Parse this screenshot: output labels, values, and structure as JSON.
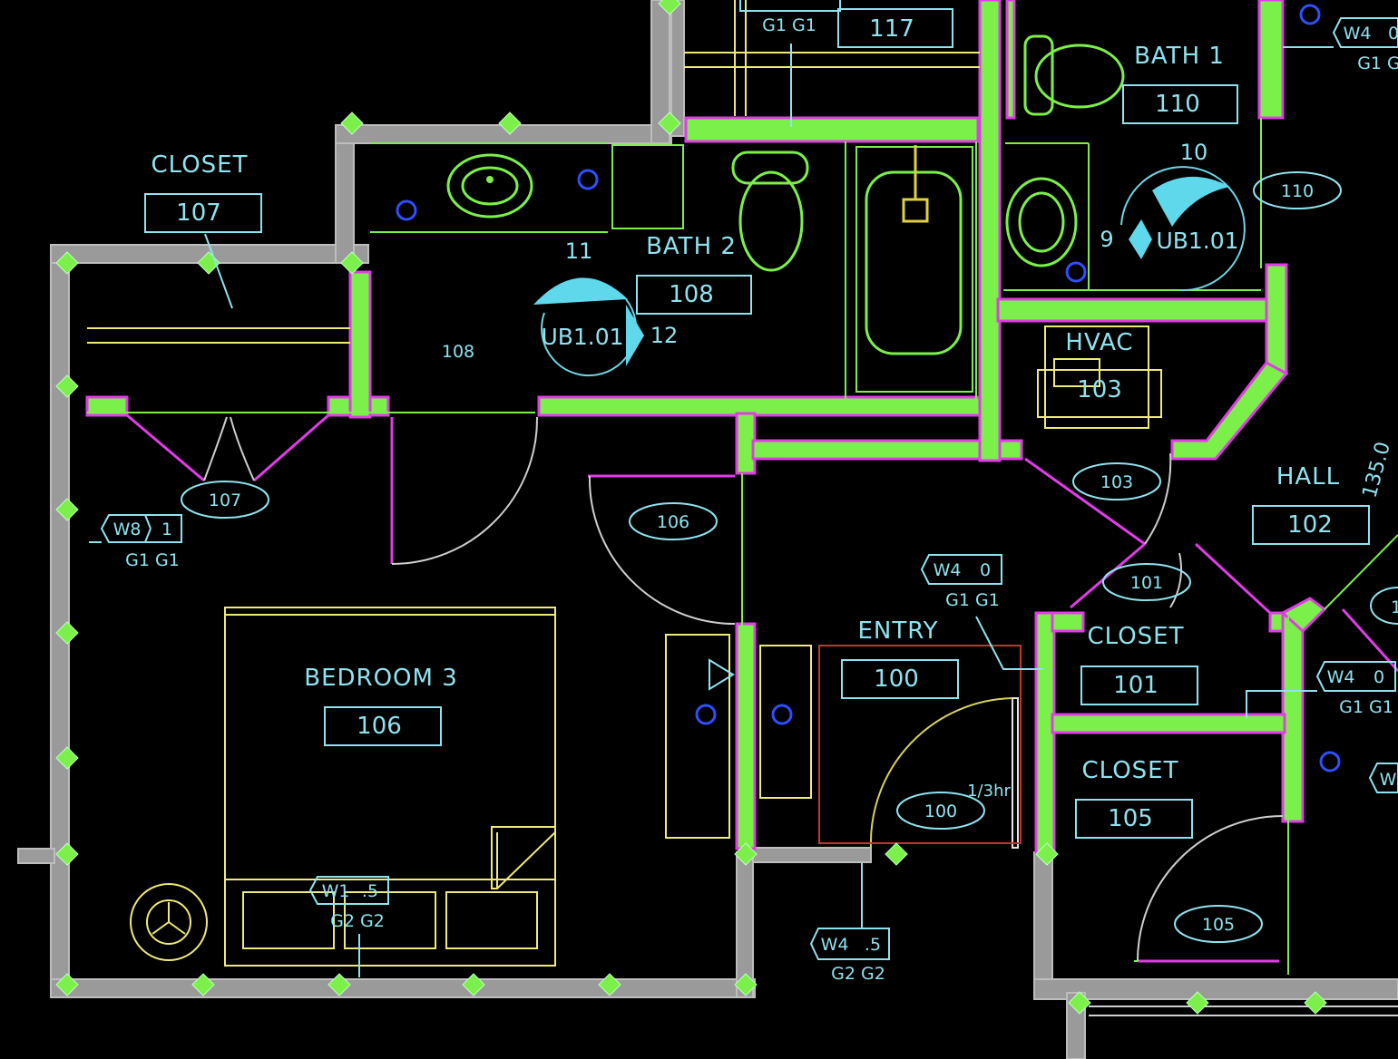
{
  "rooms": {
    "closet107": {
      "label": "CLOSET",
      "number": "107",
      "tag": "107"
    },
    "bath2": {
      "label": "BATH 2",
      "number": "108",
      "tag": "108"
    },
    "bath1": {
      "label": "BATH  1",
      "number": "110",
      "tag": "110"
    },
    "room117": {
      "number": "117"
    },
    "hvac": {
      "label": "HVAC",
      "number": "103",
      "tag": "103"
    },
    "hall": {
      "label": "HALL",
      "number": "102"
    },
    "bedroom3": {
      "label": "BEDROOM 3",
      "number": "106",
      "tag": "106"
    },
    "entry": {
      "label": "ENTRY",
      "number": "100",
      "tag": "100"
    },
    "closet101": {
      "label": "CLOSET",
      "number": "101",
      "tag": "101"
    },
    "closet105": {
      "label": "CLOSET",
      "number": "105",
      "tag": "105"
    }
  },
  "fixtures": {
    "ub_bath2": {
      "label": "UB1.01",
      "left": "11",
      "right": "12"
    },
    "ub_bath1": {
      "label": "UB1.01",
      "top": "10",
      "left": "9"
    }
  },
  "window_tags": {
    "w8": {
      "type": "W8",
      "value": "1",
      "glaze": "G1 G1"
    },
    "w1": {
      "type": "W1",
      "value": ".5",
      "glaze": "G2 G2"
    },
    "w4_entry": {
      "type": "W4",
      "value": "0",
      "glaze": "G1 G1"
    },
    "w4_bottom": {
      "type": "W4",
      "value": ".5",
      "glaze": "G2 G2"
    },
    "w4_right": {
      "type": "W4",
      "value": "0",
      "glaze": "G1 G1"
    },
    "w4_topright": {
      "type": "W4",
      "value": "0",
      "glaze": "G1 G"
    },
    "top117": {
      "glaze": "G1 G1"
    },
    "w_edge": {
      "type": "W"
    }
  },
  "annotations": {
    "fire_rating": "1/3hr",
    "dimension": "135.0",
    "partial_right": "1"
  },
  "colors": {
    "background": "#000000",
    "interior_wall": "#7cf04a",
    "wall_edge": "#e23be8",
    "exterior_wall": "#9a9a9a",
    "text": "#8fe3f0",
    "furniture": "#f0ea7a"
  }
}
